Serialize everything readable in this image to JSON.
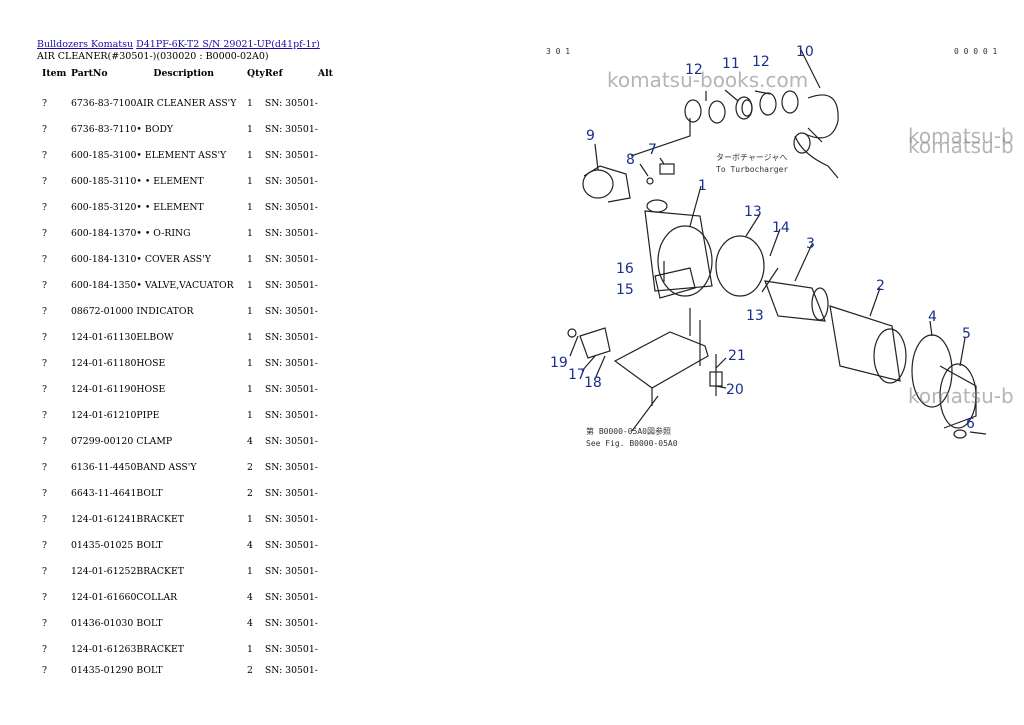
{
  "breadcrumb": {
    "link1": "Bulldozers Komatsu",
    "link2": "D41PF-6K-T2 S/N 29021-UP(d41pf-1r)"
  },
  "subtitle": "AIR CLEANER(#30501-)(030020 : B0000-02A0)",
  "columns": [
    "Item",
    "PartNo",
    "Description",
    "Qty",
    "Ref",
    "Alt"
  ],
  "rows": [
    {
      "item": "?",
      "part": "6736-83-7100",
      "desc": "AIR CLEANER ASS'Y",
      "qty": "1",
      "ref": "SN: 30501-"
    },
    {
      "item": "?",
      "part": "6736-83-7110",
      "desc": "• BODY",
      "qty": "1",
      "ref": "SN: 30501-"
    },
    {
      "item": "?",
      "part": "600-185-3100",
      "desc": "• ELEMENT ASS'Y",
      "qty": "1",
      "ref": "SN: 30501-"
    },
    {
      "item": "?",
      "part": "600-185-3110",
      "desc": "• • ELEMENT",
      "qty": "1",
      "ref": "SN: 30501-"
    },
    {
      "item": "?",
      "part": "600-185-3120",
      "desc": "• • ELEMENT",
      "qty": "1",
      "ref": "SN: 30501-"
    },
    {
      "item": "?",
      "part": "600-184-1370",
      "desc": "• • O-RING",
      "qty": "1",
      "ref": "SN: 30501-"
    },
    {
      "item": "?",
      "part": "600-184-1310",
      "desc": "• COVER ASS'Y",
      "qty": "1",
      "ref": "SN: 30501-"
    },
    {
      "item": "?",
      "part": "600-184-1350",
      "desc": "• VALVE,VACUATOR",
      "qty": "1",
      "ref": "SN: 30501-"
    },
    {
      "item": "?",
      "part": "08672-01000",
      "desc": "INDICATOR",
      "qty": "1",
      "ref": "SN: 30501-"
    },
    {
      "item": "?",
      "part": "124-01-61130",
      "desc": "ELBOW",
      "qty": "1",
      "ref": "SN: 30501-"
    },
    {
      "item": "?",
      "part": "124-01-61180",
      "desc": "HOSE",
      "qty": "1",
      "ref": "SN: 30501-"
    },
    {
      "item": "?",
      "part": "124-01-61190",
      "desc": "HOSE",
      "qty": "1",
      "ref": "SN: 30501-"
    },
    {
      "item": "?",
      "part": "124-01-61210",
      "desc": "PIPE",
      "qty": "1",
      "ref": "SN: 30501-"
    },
    {
      "item": "?",
      "part": "07299-00120",
      "desc": "CLAMP",
      "qty": "4",
      "ref": "SN: 30501-"
    },
    {
      "item": "?",
      "part": "6136-11-4450",
      "desc": "BAND ASS'Y",
      "qty": "2",
      "ref": "SN: 30501-"
    },
    {
      "item": "?",
      "part": "6643-11-4641",
      "desc": "BOLT",
      "qty": "2",
      "ref": "SN: 30501-"
    },
    {
      "item": "?",
      "part": "124-01-61241",
      "desc": "BRACKET",
      "qty": "1",
      "ref": "SN: 30501-"
    },
    {
      "item": "?",
      "part": "01435-01025",
      "desc": "BOLT",
      "qty": "4",
      "ref": "SN: 30501-"
    },
    {
      "item": "?",
      "part": "124-01-61252",
      "desc": "BRACKET",
      "qty": "1",
      "ref": "SN: 30501-"
    },
    {
      "item": "?",
      "part": "124-01-61660",
      "desc": "COLLAR",
      "qty": "4",
      "ref": "SN: 30501-"
    },
    {
      "item": "?",
      "part": "01436-01030",
      "desc": "BOLT",
      "qty": "4",
      "ref": "SN: 30501-"
    },
    {
      "item": "?",
      "part": "124-01-61263",
      "desc": "BRACKET",
      "qty": "1",
      "ref": "SN: 30501-"
    },
    {
      "item": "?",
      "part": "01435-01290",
      "desc": "BOLT",
      "qty": "2",
      "ref": "SN: 30501-"
    }
  ],
  "diagram": {
    "watermark": "komatsu-books.com",
    "watermark_right": "komatsu-b",
    "corner_left": "3 0 1",
    "corner_right": "0 0 0 0 1",
    "note_turbo_jp": "ターボチャージャへ",
    "note_turbo_en": "To Turbocharger",
    "note_ref_jp": "第 B0000-05A0図参照",
    "note_ref_en": "See Fig. B0000-05A0",
    "callouts": [
      "12",
      "11",
      "12",
      "10",
      "9",
      "8",
      "7",
      "1",
      "13",
      "14",
      "3",
      "16",
      "15",
      "13",
      "2",
      "4",
      "5",
      "19",
      "17",
      "18",
      "21",
      "20",
      "6"
    ]
  }
}
